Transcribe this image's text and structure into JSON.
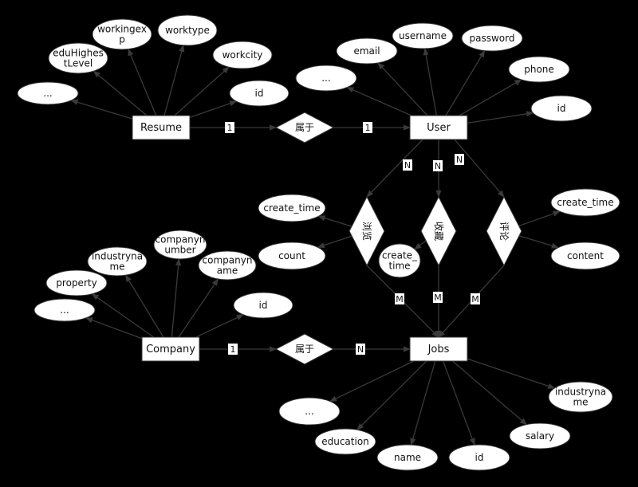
{
  "entities": [
    {
      "id": "resume",
      "label": "Resume"
    },
    {
      "id": "user",
      "label": "User"
    },
    {
      "id": "company",
      "label": "Company"
    },
    {
      "id": "jobs",
      "label": "Jobs"
    }
  ],
  "relationships": [
    {
      "id": "r_resume_user",
      "label": "属于"
    },
    {
      "id": "r_company_jobs",
      "label": "属于"
    },
    {
      "id": "r_browse",
      "label": "浏览"
    },
    {
      "id": "r_collect",
      "label": "收藏"
    },
    {
      "id": "r_comment",
      "label": "评论"
    }
  ],
  "attributes": [
    {
      "id": "resume_workingexp",
      "owner": "resume",
      "lines": [
        "workingex",
        "p"
      ]
    },
    {
      "id": "resume_worktype",
      "owner": "resume",
      "lines": [
        "worktype"
      ]
    },
    {
      "id": "resume_eduhighest",
      "owner": "resume",
      "lines": [
        "eduHighes",
        "tLevel"
      ]
    },
    {
      "id": "resume_workcity",
      "owner": "resume",
      "lines": [
        "workcity"
      ]
    },
    {
      "id": "resume_more",
      "owner": "resume",
      "lines": [
        "..."
      ]
    },
    {
      "id": "resume_id",
      "owner": "resume",
      "lines": [
        "id"
      ]
    },
    {
      "id": "user_username",
      "owner": "user",
      "lines": [
        "username"
      ]
    },
    {
      "id": "user_password",
      "owner": "user",
      "lines": [
        "password"
      ]
    },
    {
      "id": "user_email",
      "owner": "user",
      "lines": [
        "email"
      ]
    },
    {
      "id": "user_more",
      "owner": "user",
      "lines": [
        "..."
      ]
    },
    {
      "id": "user_phone",
      "owner": "user",
      "lines": [
        "phone"
      ]
    },
    {
      "id": "user_id",
      "owner": "user",
      "lines": [
        "id"
      ]
    },
    {
      "id": "browse_create_time",
      "owner": "r_browse",
      "lines": [
        "create_time"
      ]
    },
    {
      "id": "browse_count",
      "owner": "r_browse",
      "lines": [
        "count"
      ]
    },
    {
      "id": "collect_create_time",
      "owner": "r_collect",
      "lines": [
        "create_",
        "time"
      ]
    },
    {
      "id": "comment_create_time",
      "owner": "r_comment",
      "lines": [
        "create_time"
      ]
    },
    {
      "id": "comment_content",
      "owner": "r_comment",
      "lines": [
        "content"
      ]
    },
    {
      "id": "company_companynumber",
      "owner": "company",
      "lines": [
        "companyn",
        "umber"
      ]
    },
    {
      "id": "company_industryname",
      "owner": "company",
      "lines": [
        "industryna",
        "me"
      ]
    },
    {
      "id": "company_companyname",
      "owner": "company",
      "lines": [
        "companyn",
        "ame"
      ]
    },
    {
      "id": "company_property",
      "owner": "company",
      "lines": [
        "property"
      ]
    },
    {
      "id": "company_more",
      "owner": "company",
      "lines": [
        "..."
      ]
    },
    {
      "id": "company_id",
      "owner": "company",
      "lines": [
        "id"
      ]
    },
    {
      "id": "jobs_industryname",
      "owner": "jobs",
      "lines": [
        "industryna",
        "me"
      ]
    },
    {
      "id": "jobs_more",
      "owner": "jobs",
      "lines": [
        "..."
      ]
    },
    {
      "id": "jobs_salary",
      "owner": "jobs",
      "lines": [
        "salary"
      ]
    },
    {
      "id": "jobs_education",
      "owner": "jobs",
      "lines": [
        "education"
      ]
    },
    {
      "id": "jobs_name",
      "owner": "jobs",
      "lines": [
        "name"
      ]
    },
    {
      "id": "jobs_id",
      "owner": "jobs",
      "lines": [
        "id"
      ]
    }
  ],
  "cardinalities": [
    {
      "id": "c_resume_rel",
      "label": "1"
    },
    {
      "id": "c_rel_user",
      "label": "1"
    },
    {
      "id": "c_user_browse",
      "label": "N"
    },
    {
      "id": "c_user_collect",
      "label": "N"
    },
    {
      "id": "c_user_comment",
      "label": "N"
    },
    {
      "id": "c_browse_jobs",
      "label": "M"
    },
    {
      "id": "c_collect_jobs",
      "label": "M"
    },
    {
      "id": "c_comment_jobs",
      "label": "M"
    },
    {
      "id": "c_company_rel",
      "label": "1"
    },
    {
      "id": "c_rel_jobs",
      "label": "N"
    }
  ]
}
